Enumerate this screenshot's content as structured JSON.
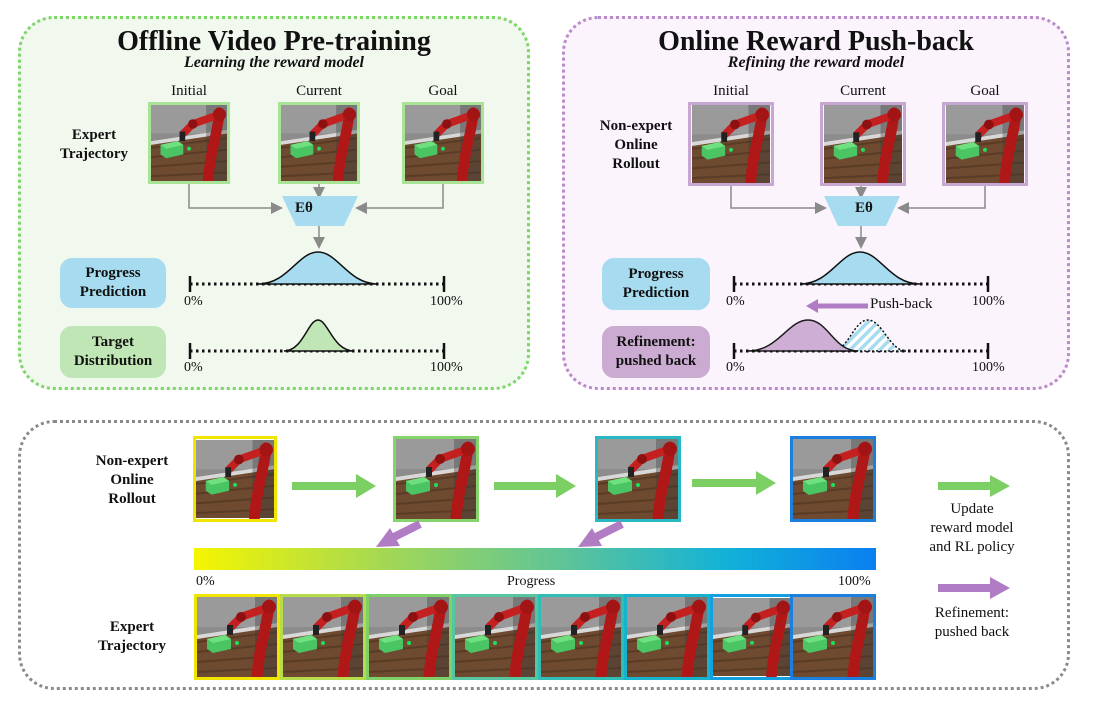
{
  "offline": {
    "title": "Offline Video Pre-training",
    "subtitle": "Learning the reward model",
    "frame_labels": [
      "Initial",
      "Current",
      "Goal"
    ],
    "trajectory_label": [
      "Expert",
      "Trajectory"
    ],
    "encoder": "Eθ",
    "progress_pill": [
      "Progress",
      "Prediction"
    ],
    "target_pill": [
      "Target",
      "Distribution"
    ],
    "axis_min": "0%",
    "axis_max": "100%"
  },
  "online": {
    "title": "Online Reward Push-back",
    "subtitle": "Refining the reward model",
    "frame_labels": [
      "Initial",
      "Current",
      "Goal"
    ],
    "trajectory_label": [
      "Non-expert",
      "Online",
      "Rollout"
    ],
    "encoder": "Eθ",
    "progress_pill": [
      "Progress",
      "Prediction"
    ],
    "refine_pill": [
      "Refinement:",
      "pushed back"
    ],
    "pushback_label": "Push-back",
    "axis_min": "0%",
    "axis_max": "100%"
  },
  "bottom": {
    "rollout_label": [
      "Non-expert",
      "Online",
      "Rollout"
    ],
    "expert_label": [
      "Expert",
      "Trajectory"
    ],
    "progress_min": "0%",
    "progress_label": "Progress",
    "progress_max": "100%",
    "legend_update": [
      "Update",
      "reward model",
      "and RL policy"
    ],
    "legend_refine": [
      "Refinement:",
      "pushed back"
    ]
  },
  "colors": {
    "green_panel": "#f1f8ee",
    "green_border": "#7ed56a",
    "purple_panel": "#fbf4fd",
    "purple_border": "#b98ac8",
    "blue_pill": "#a7dcf0",
    "green_pill": "#bfe6b4",
    "purple_pill": "#ccabd3",
    "green_arrow": "#7ccf63",
    "purple_arrow": "#b07cc4",
    "gradient": [
      "#f5f500",
      "#6cc84e",
      "#12b9c7",
      "#0a7ff0"
    ]
  }
}
